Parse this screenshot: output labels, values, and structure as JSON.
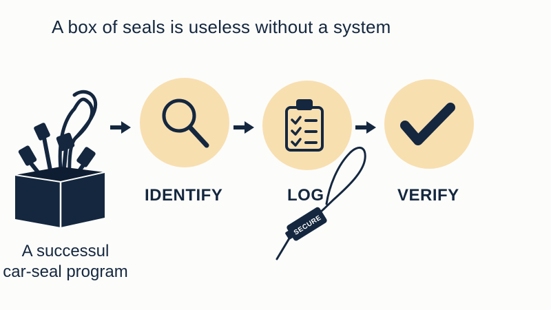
{
  "headline": "A box of seals is useless without a system",
  "caption": {
    "line1": "A successul",
    "line2": "car-seal program"
  },
  "steps": [
    {
      "label": "IDENTIFY",
      "icon": "magnifier-icon"
    },
    {
      "label": "LOG",
      "icon": "clipboard-checklist-icon"
    },
    {
      "label": "VERIFY",
      "icon": "checkmark-icon"
    }
  ],
  "seal_tag": {
    "text": "SECURE"
  },
  "colors": {
    "navy": "#14273f",
    "circle_fill": "#f8dfb0",
    "background": "#fcfcfa"
  }
}
